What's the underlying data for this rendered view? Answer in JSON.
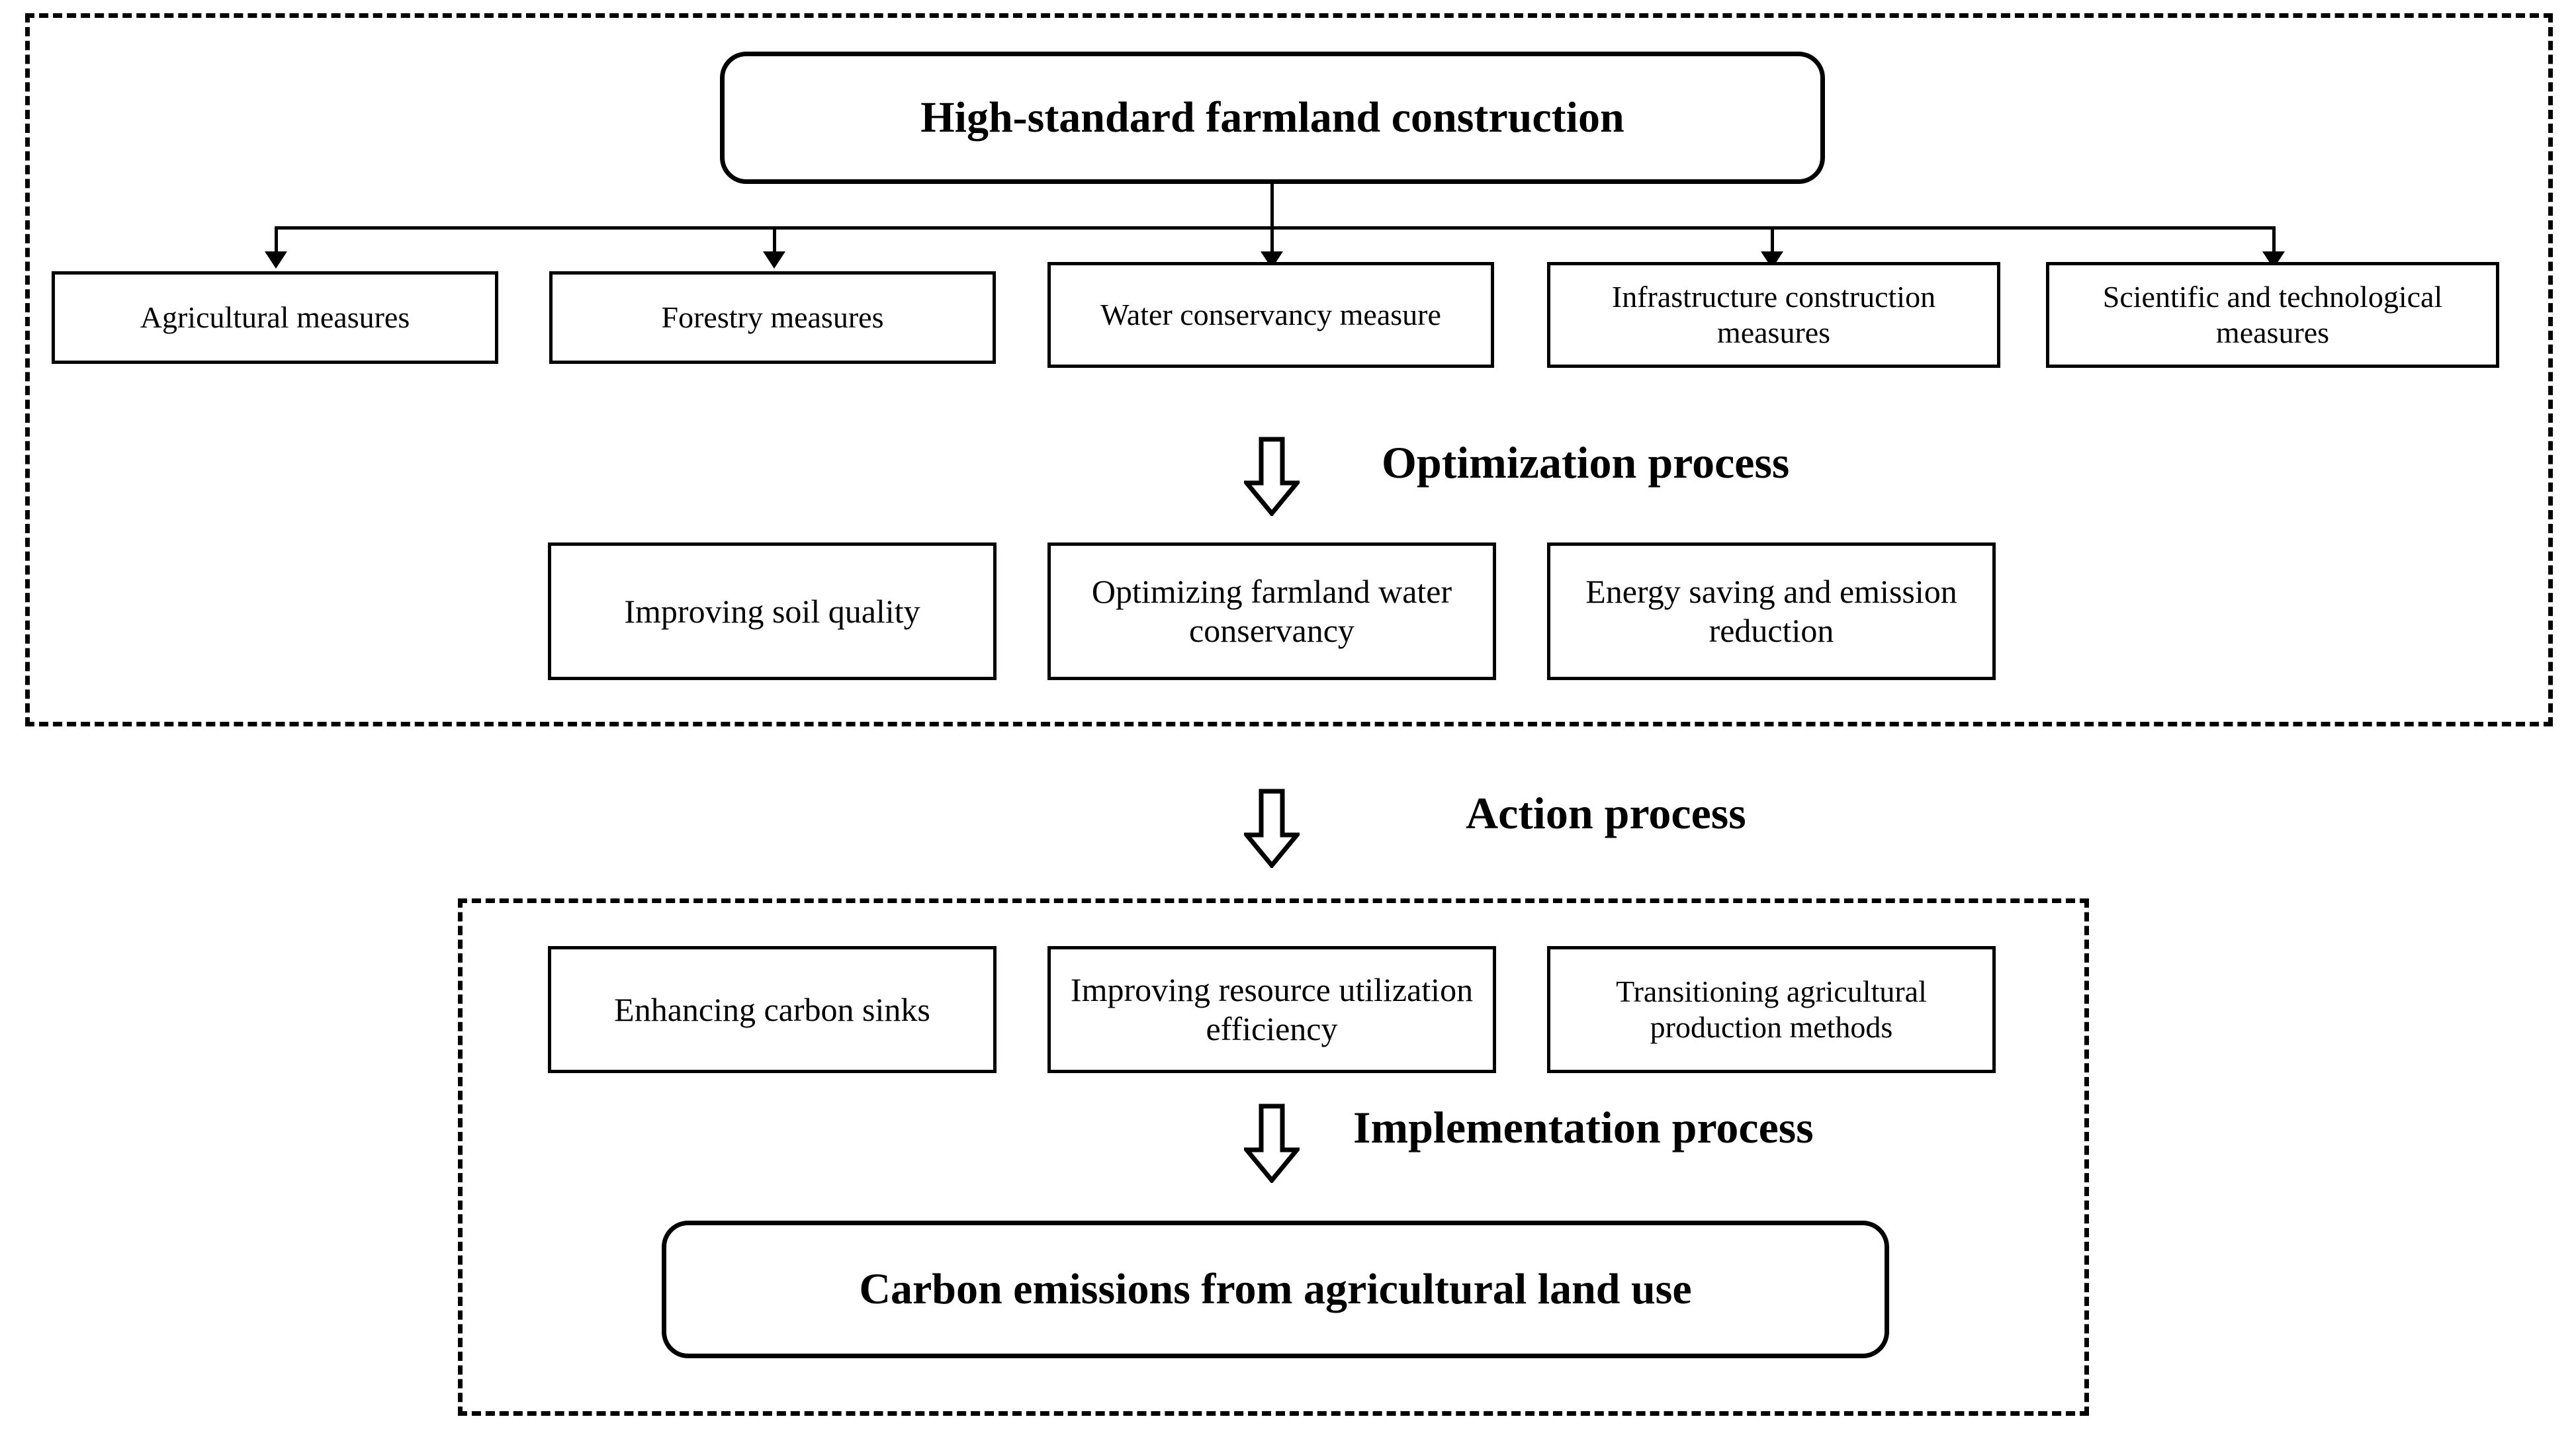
{
  "diagram": {
    "title_box": {
      "label": "High-standard farmland construction"
    },
    "measures": [
      {
        "label": "Agricultural measures"
      },
      {
        "label": "Forestry measures"
      },
      {
        "label": "Water conservancy measure"
      },
      {
        "label": "Infrastructure construction measures"
      },
      {
        "label": "Scientific and technological measures"
      }
    ],
    "stages": {
      "optimization": "Optimization process",
      "action": "Action process",
      "implementation": "Implementation process"
    },
    "optimization_items": [
      {
        "label": "Improving soil quality"
      },
      {
        "label": "Optimizing farmland water conservancy"
      },
      {
        "label": "Energy saving and emission reduction"
      }
    ],
    "action_items": [
      {
        "label": "Enhancing carbon sinks"
      },
      {
        "label": "Improving resource utilization efficiency"
      },
      {
        "label": "Transitioning agricultural production methods"
      }
    ],
    "outcome_box": {
      "label": "Carbon emissions from agricultural land use"
    },
    "colors": {
      "stroke": "#000000",
      "background": "#ffffff"
    }
  }
}
